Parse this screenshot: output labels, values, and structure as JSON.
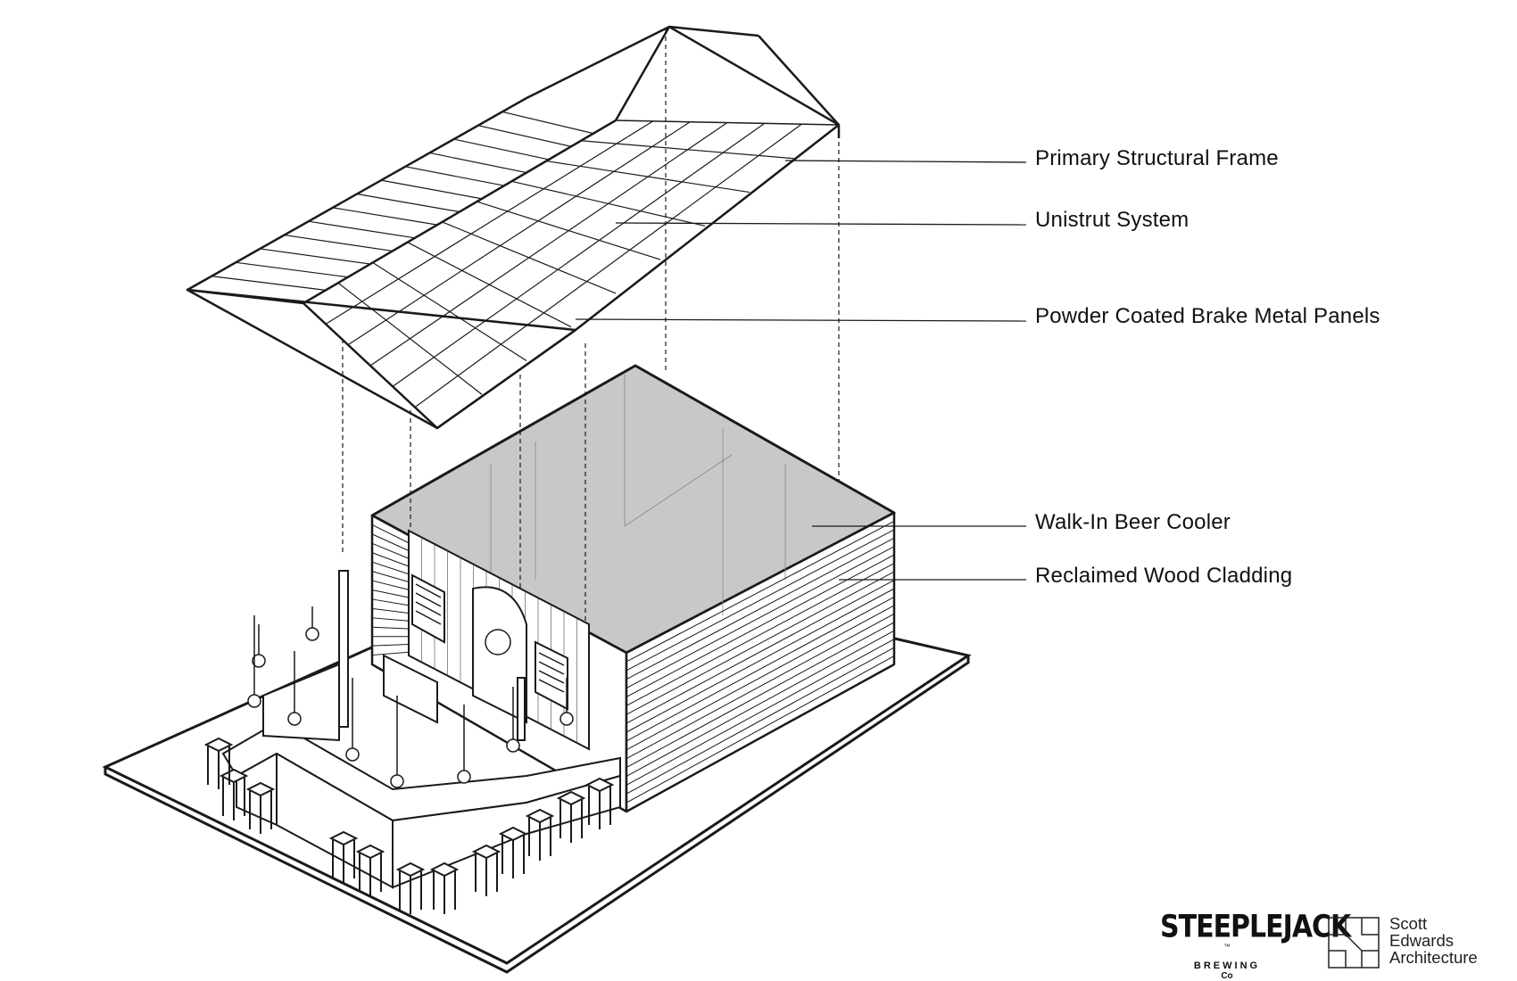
{
  "callouts": [
    {
      "id": "frame",
      "text": "Primary Structural Frame"
    },
    {
      "id": "unistrut",
      "text": "Unistrut System"
    },
    {
      "id": "panels",
      "text": "Powder Coated Brake Metal Panels"
    },
    {
      "id": "cooler",
      "text": "Walk-In Beer Cooler"
    },
    {
      "id": "cladding",
      "text": "Reclaimed Wood Cladding"
    }
  ],
  "logos": {
    "brewery": {
      "name": "STEEPLEJACK",
      "trademark": "™",
      "sub": "BREWING",
      "co": "Co"
    },
    "architect": {
      "line1": "Scott",
      "line2": "Edwards",
      "line3": "Architecture"
    }
  },
  "colors": {
    "line": "#1a1a1a",
    "glass": "#c8c8c8",
    "paper": "#ffffff"
  }
}
